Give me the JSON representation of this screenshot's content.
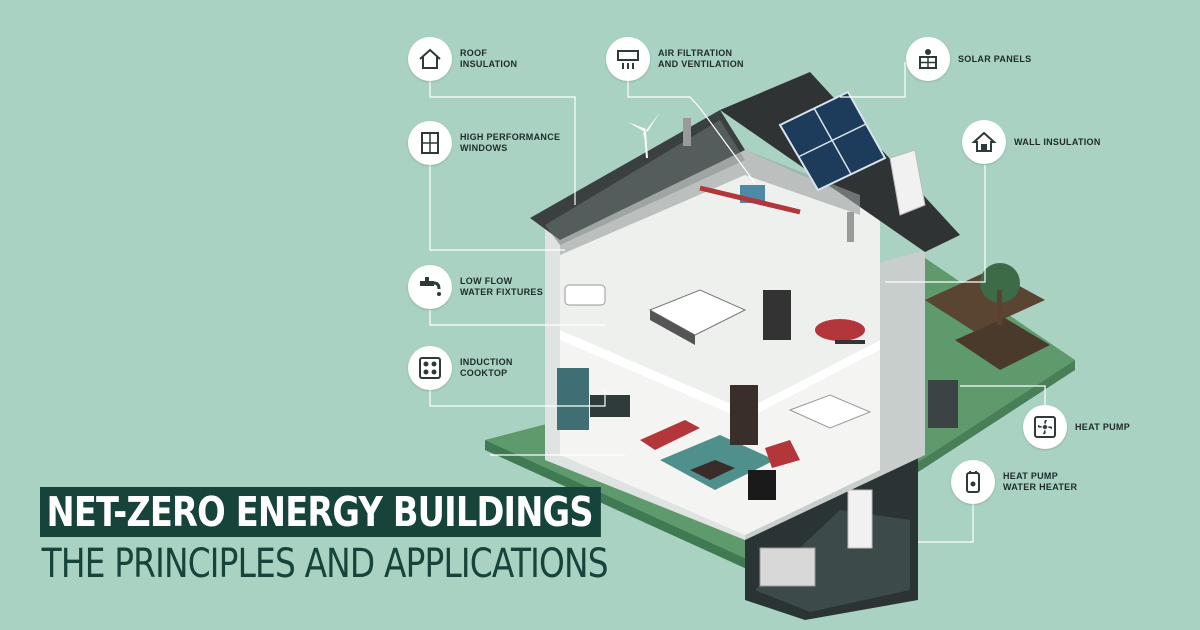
{
  "title": {
    "main": "NET-ZERO ENERGY BUILDINGS",
    "sub": "THE PRINCIPLES AND APPLICATIONS"
  },
  "callouts": {
    "roof_insulation": {
      "label": "ROOF\nINSULATION",
      "icon": "house-outline-icon"
    },
    "air_filtration": {
      "label": "AIR FILTRATION\nAND VENTILATION",
      "icon": "air-vent-icon"
    },
    "solar_panels": {
      "label": "SOLAR PANELS",
      "icon": "solar-panel-icon"
    },
    "wall_insulation": {
      "label": "WALL INSULATION",
      "icon": "house-filled-icon"
    },
    "windows": {
      "label": "HIGH PERFORMANCE\nWINDOWS",
      "icon": "window-icon"
    },
    "water_fixtures": {
      "label": "LOW FLOW\nWATER FIXTURES",
      "icon": "faucet-icon"
    },
    "induction": {
      "label": "INDUCTION\nCOOKTOP",
      "icon": "cooktop-icon"
    },
    "heat_pump": {
      "label": "HEAT PUMP",
      "icon": "fan-icon"
    },
    "heat_pump_water_heater": {
      "label": "HEAT PUMP\nWATER HEATER",
      "icon": "water-heater-icon"
    }
  },
  "colors": {
    "background": "#a9d2c2",
    "title_bg": "#17443a",
    "roof": "#2f3333",
    "lawn": "#5f9a6d",
    "wall": "#e9ecea",
    "accent_red": "#b3363b"
  }
}
